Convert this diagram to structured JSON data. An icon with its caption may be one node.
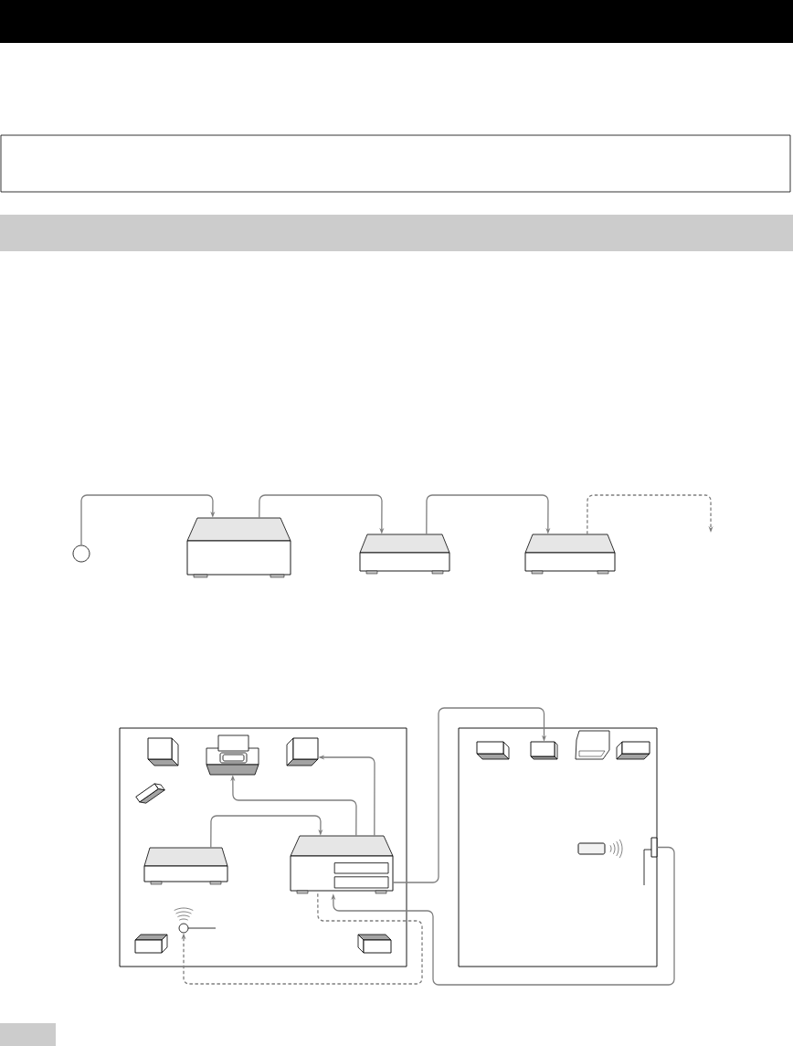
{
  "diagram": {
    "nodes": [
      {
        "text": [],
        "shape": "bar"
      },
      {
        "text": [],
        "shape": "box"
      },
      {
        "text": [],
        "shape": "bar"
      },
      {
        "text": [],
        "shape": "circle"
      },
      {
        "text": [],
        "shape": "box"
      },
      {
        "text": [],
        "shape": "box"
      },
      {
        "text": [],
        "shape": "box"
      },
      {
        "text": [],
        "shape": "box"
      },
      {
        "text": [],
        "shape": "box",
        "in": 7
      },
      {
        "text": [],
        "shape": "picture",
        "in": 7
      },
      {
        "text": [],
        "shape": "box",
        "in": 7
      },
      {
        "text": [],
        "shape": "box",
        "in": 7
      },
      {
        "text": [],
        "shape": "box",
        "in": 7
      },
      {
        "text": [],
        "shape": "box",
        "in": 7
      },
      {
        "text": [],
        "shape": "circle",
        "in": 7
      },
      {
        "text": [],
        "shape": "box",
        "in": 7
      },
      {
        "text": [],
        "shape": "box",
        "in": 7
      },
      {
        "text": [],
        "shape": "box"
      },
      {
        "text": [],
        "shape": "box",
        "in": 17
      },
      {
        "text": [],
        "shape": "box",
        "in": 17
      },
      {
        "text": [],
        "shape": "picture",
        "in": 17
      },
      {
        "text": [],
        "shape": "box",
        "in": 17
      },
      {
        "text": [],
        "shape": "box",
        "in": 17
      },
      {
        "text": [],
        "shape": "box",
        "in": 17
      },
      {
        "text": [],
        "shape": "bar"
      }
    ],
    "edges": [
      {
        "from": 3,
        "to": 4,
        "arrow": "to"
      },
      {
        "from": 4,
        "to": 5,
        "arrow": "to"
      },
      {
        "from": 5,
        "to": 6,
        "arrow": "to"
      },
      {
        "from": 6,
        "to": null,
        "arrow": "to",
        "style": "dashed"
      },
      {
        "from": 12,
        "to": 13,
        "arrow": "to"
      },
      {
        "from": 13,
        "to": 9,
        "arrow": "to"
      },
      {
        "from": 13,
        "to": 10,
        "arrow": "to"
      },
      {
        "from": 13,
        "to": 19,
        "arrow": "to"
      },
      {
        "from": 23,
        "to": 13,
        "arrow": "to"
      },
      {
        "from": 13,
        "to": 14,
        "arrow": "to",
        "style": "dashed"
      }
    ]
  }
}
